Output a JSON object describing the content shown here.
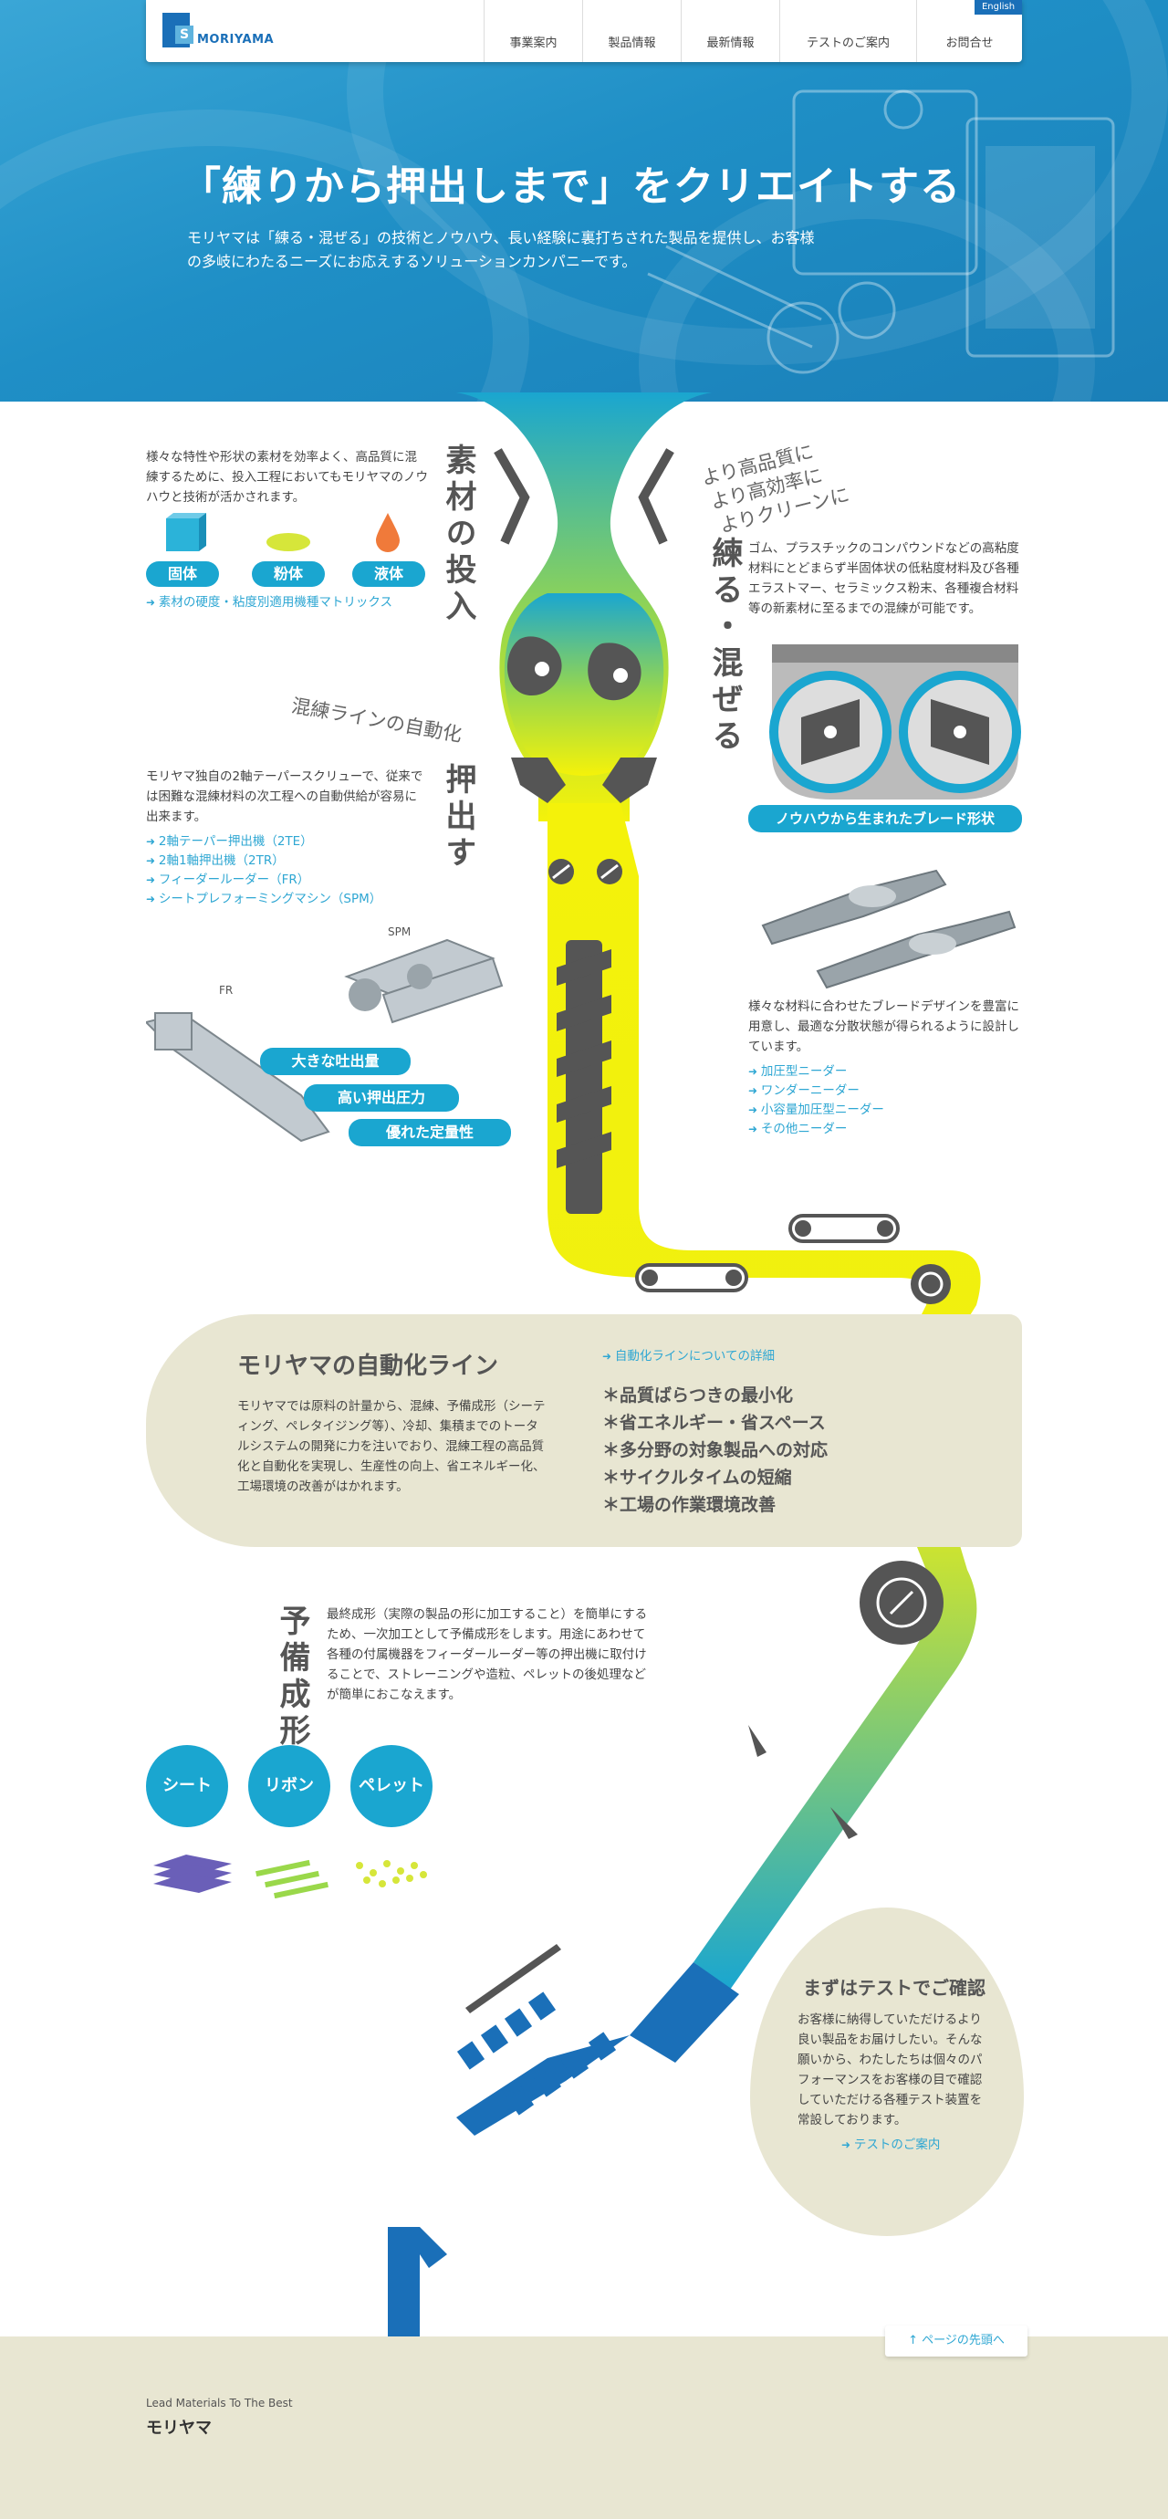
{
  "header": {
    "logo_text": "MORIYAMA",
    "logo_mark_letter": "S",
    "english_label": "English",
    "nav": [
      {
        "label": "事業案内"
      },
      {
        "label": "製品情報"
      },
      {
        "label": "最新情報"
      },
      {
        "label": "テストのご案内"
      },
      {
        "label": "お問合せ"
      }
    ]
  },
  "hero": {
    "title": "「練りから押出しまで」をクリエイトする",
    "description": "モリヤマは「練る・混ぜる」の技術とノウハウ、長い経験に裏打ちされた製品を提供し、お客様の多岐にわたるニーズにお応えするソリューションカンパニーです。"
  },
  "input_section": {
    "title": "素材の投入",
    "description": "様々な特性や形状の素材を効率よく、高品質に混練するために、投入工程においてもモリヤマのノウハウと技術が活かされます。",
    "materials": [
      {
        "label": "固体",
        "icon": "cube-icon",
        "color": "#2bb3d9"
      },
      {
        "label": "粉体",
        "icon": "powder-icon",
        "color": "#d6e63a"
      },
      {
        "label": "液体",
        "icon": "drop-icon",
        "color": "#f07a3a"
      }
    ],
    "link": "素材の硬度・粘度別適用機種マトリックス"
  },
  "mix_section": {
    "title": "練る・混ぜる",
    "tagline_lines": [
      "より高品質に",
      "より高効率に",
      "よりクリーンに"
    ],
    "description": "ゴム、プラスチックのコンパウンドなどの高粘度材料にとどまらず半固体状の低粘度材料及び各種エラストマー、セラミックス粉末、各種複合材料等の新素材に至るまでの混練が可能です。",
    "badge": "ノウハウから生まれたブレード形状",
    "description2": "様々な材料に合わせたブレードデザインを豊富に用意し、最適な分散状態が得られるように設計しています。",
    "links": [
      "加圧型ニーダー",
      "ワンダーニーダー",
      "小容量加圧型ニーダー",
      "その他ニーダー"
    ]
  },
  "extrude_section": {
    "title": "押出す",
    "tagline": "混練ラインの自動化",
    "description": "モリヤマ独自の2軸テーパースクリューで、従来では困難な混練材料の次工程への自動供給が容易に出来ます。",
    "links": [
      "2軸テーパー押出機（2TE）",
      "2軸1軸押出機（2TR）",
      "フィーダールーダー（FR）",
      "シートプレフォーミングマシン（SPM）"
    ],
    "machine_labels": [
      "SPM",
      "FR"
    ],
    "badges": [
      "大きな吐出量",
      "高い押出圧力",
      "優れた定量性"
    ]
  },
  "automation": {
    "title": "モリヤマの自動化ライン",
    "description": "モリヤマでは原料の計量から、混練、予備成形（シーティング、ペレタイジング等）、冷却、集積までのトータルシステムの開発に力を注いでおり、混練工程の高品質化と自動化を実現し、生産性の向上、省エネルギー化、工場環境の改善がはかれます。",
    "link": "自動化ラインについての詳細",
    "features": [
      "＊品質ばらつきの最小化",
      "＊省エネルギー・省スペース",
      "＊多分野の対象製品への対応",
      "＊サイクルタイムの短縮",
      "＊工場の作業環境改善"
    ]
  },
  "preform": {
    "title": "予備成形",
    "description": "最終成形（実際の製品の形に加工すること）を簡単にするため、一次加工として予備成形をします。用途にあわせて各種の付属機器をフィーダールーダー等の押出機に取付けることで、ストレーニングや造粒、ペレットの後処理などが簡単におこなえます。",
    "buttons": [
      "シート",
      "リボン",
      "ペレット"
    ]
  },
  "test": {
    "title": "まずはテストでご確認",
    "description": "お客様に納得していただけるより良い製品をお届けしたい。そんな願いから、わたしたちは個々のパフォーマンスをお客様の目で確認していただける各種テスト装置を常設しております。",
    "link": "テストのご案内"
  },
  "footer": {
    "back_to_top": "ページの先頭へ",
    "tagline": "Lead Materials To The Best",
    "company": "モリヤマ"
  },
  "colors": {
    "accent": "#1aa6d0",
    "brand": "#1a6fb8",
    "beige": "#e8e6d2",
    "yellow": "#f4f20a"
  }
}
